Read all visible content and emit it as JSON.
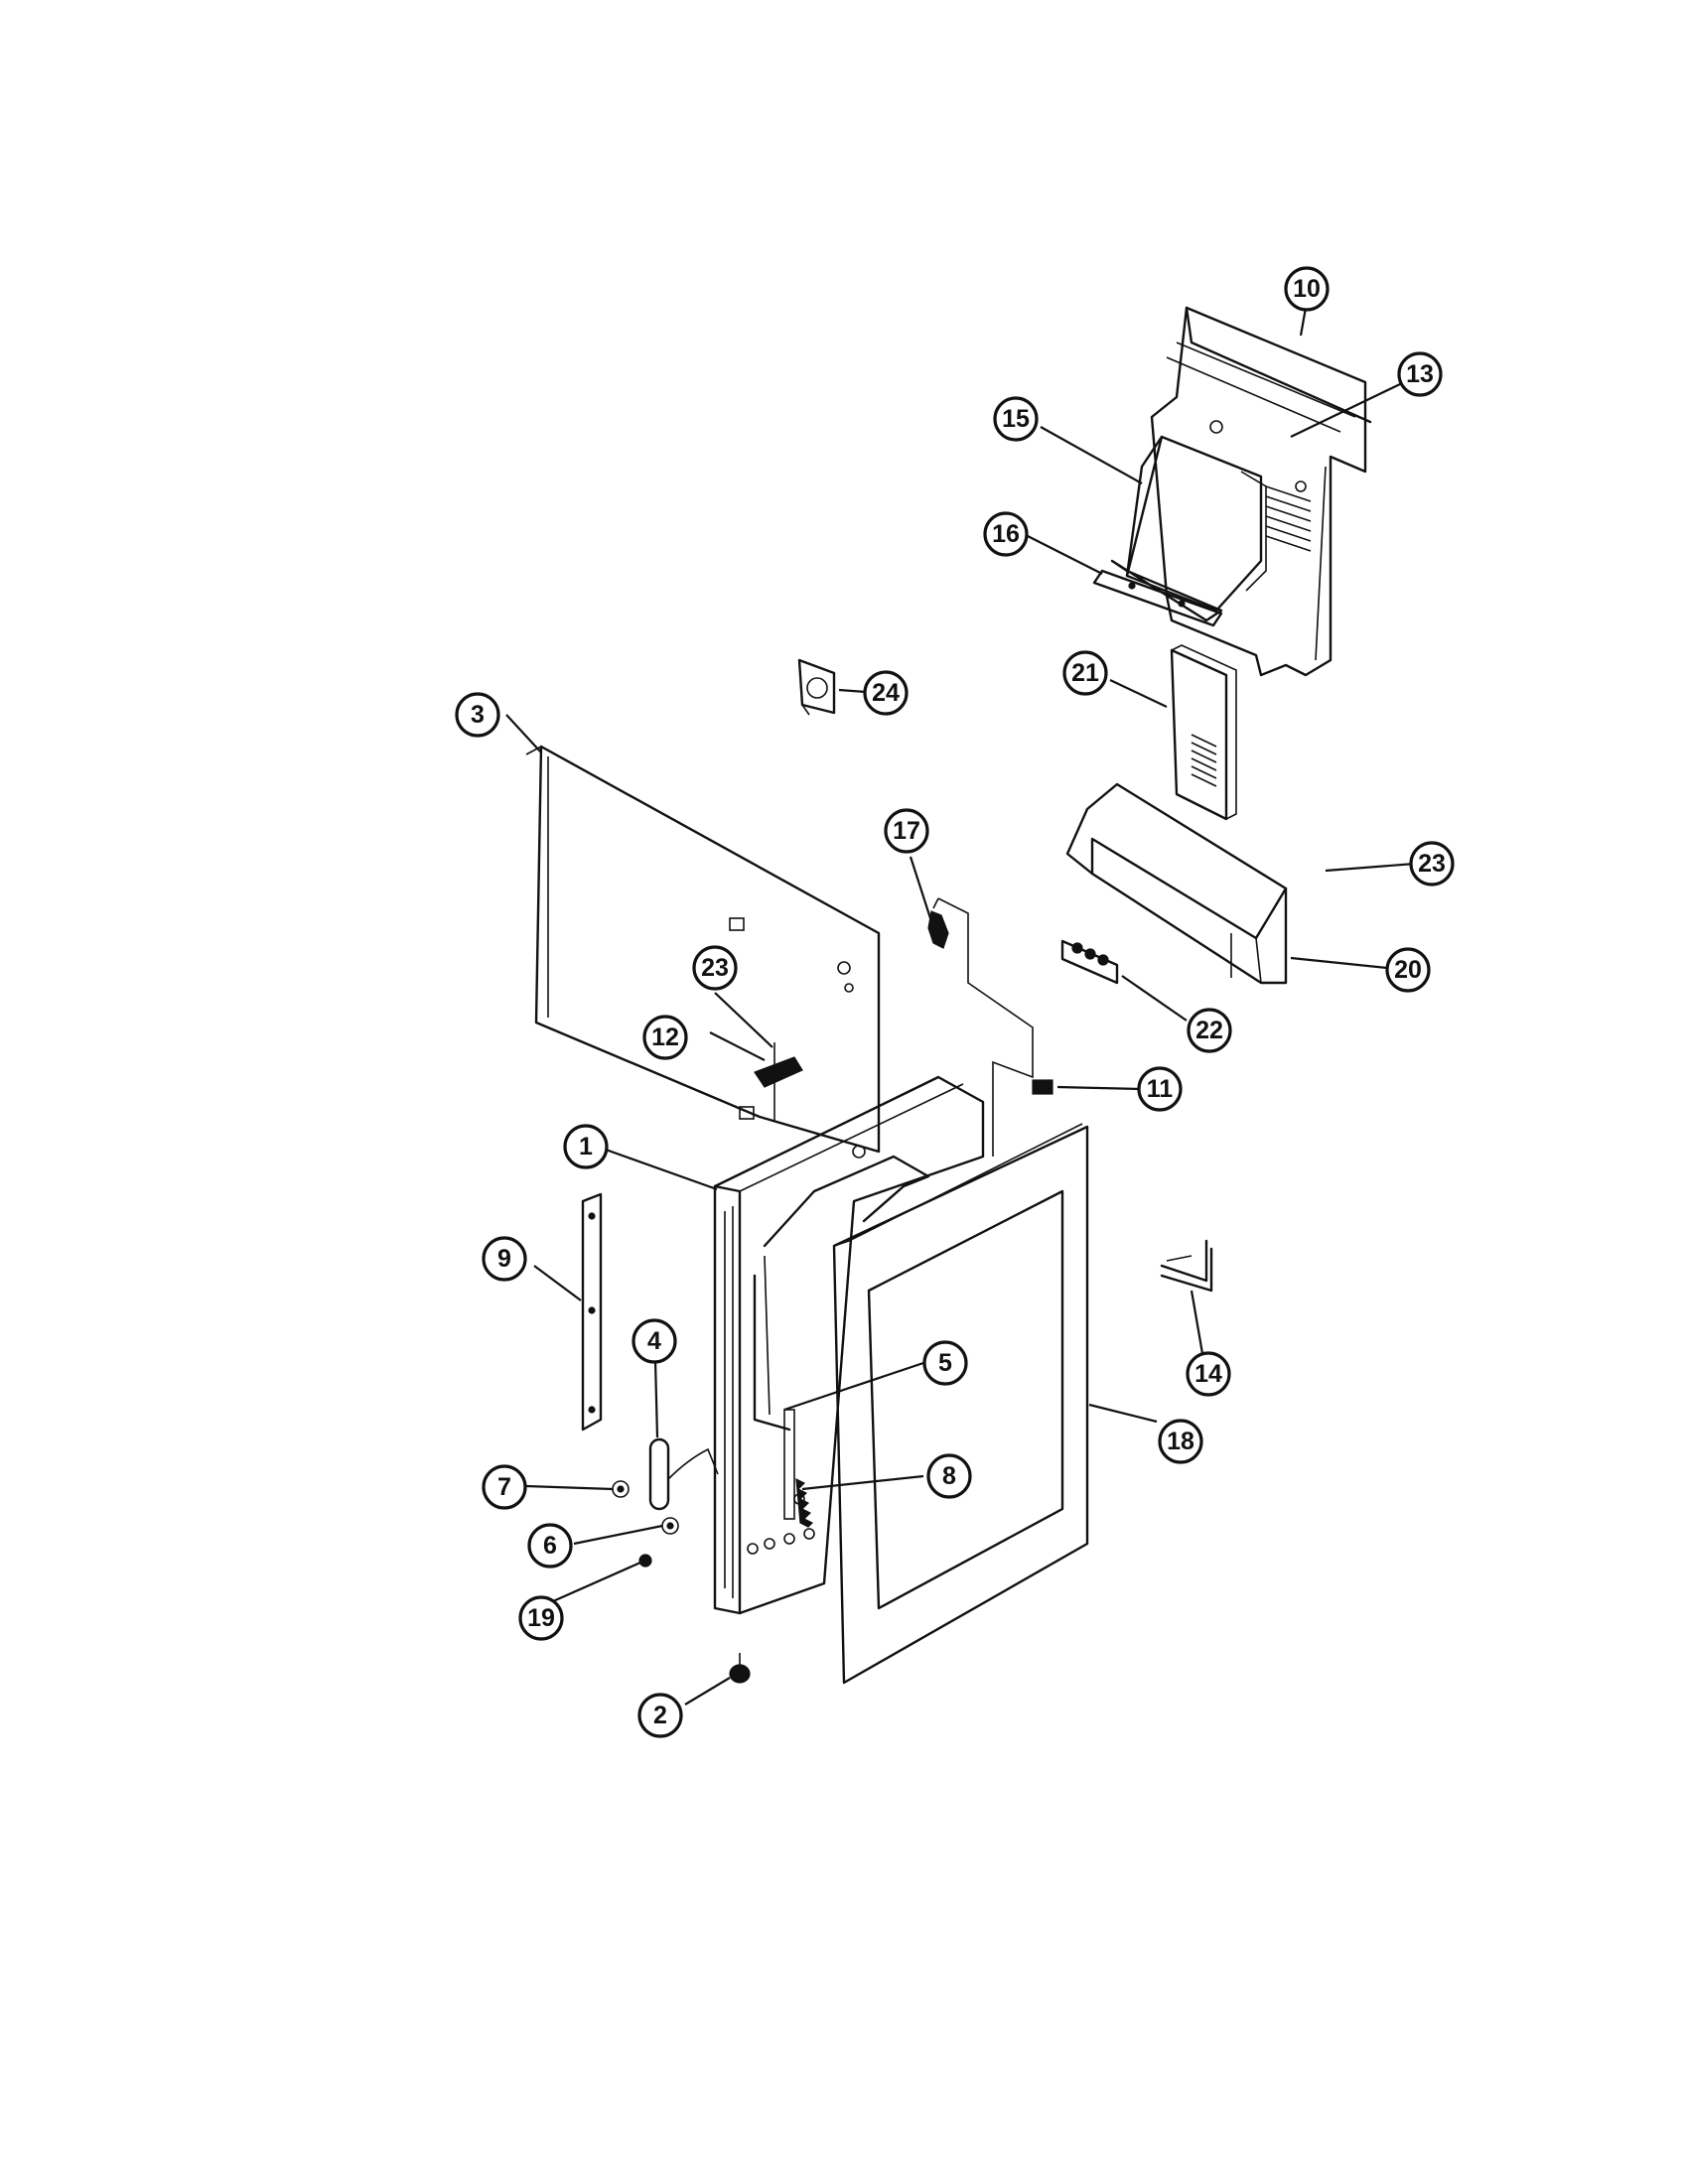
{
  "callouts": [
    {
      "id": "1",
      "label": "1"
    },
    {
      "id": "2",
      "label": "2"
    },
    {
      "id": "3",
      "label": "3"
    },
    {
      "id": "4",
      "label": "4"
    },
    {
      "id": "5",
      "label": "5"
    },
    {
      "id": "6",
      "label": "6"
    },
    {
      "id": "7",
      "label": "7"
    },
    {
      "id": "8",
      "label": "8"
    },
    {
      "id": "9",
      "label": "9"
    },
    {
      "id": "10",
      "label": "10"
    },
    {
      "id": "11",
      "label": "11"
    },
    {
      "id": "12",
      "label": "12"
    },
    {
      "id": "13",
      "label": "13"
    },
    {
      "id": "14",
      "label": "14"
    },
    {
      "id": "15",
      "label": "15"
    },
    {
      "id": "16",
      "label": "16"
    },
    {
      "id": "17",
      "label": "17"
    },
    {
      "id": "18",
      "label": "18"
    },
    {
      "id": "19",
      "label": "19"
    },
    {
      "id": "20",
      "label": "20"
    },
    {
      "id": "21",
      "label": "21"
    },
    {
      "id": "22",
      "label": "22"
    },
    {
      "id": "23a",
      "label": "23"
    },
    {
      "id": "23b",
      "label": "23"
    },
    {
      "id": "24",
      "label": "24"
    }
  ],
  "colors": {
    "ink": "#111111",
    "paper": "#ffffff"
  }
}
